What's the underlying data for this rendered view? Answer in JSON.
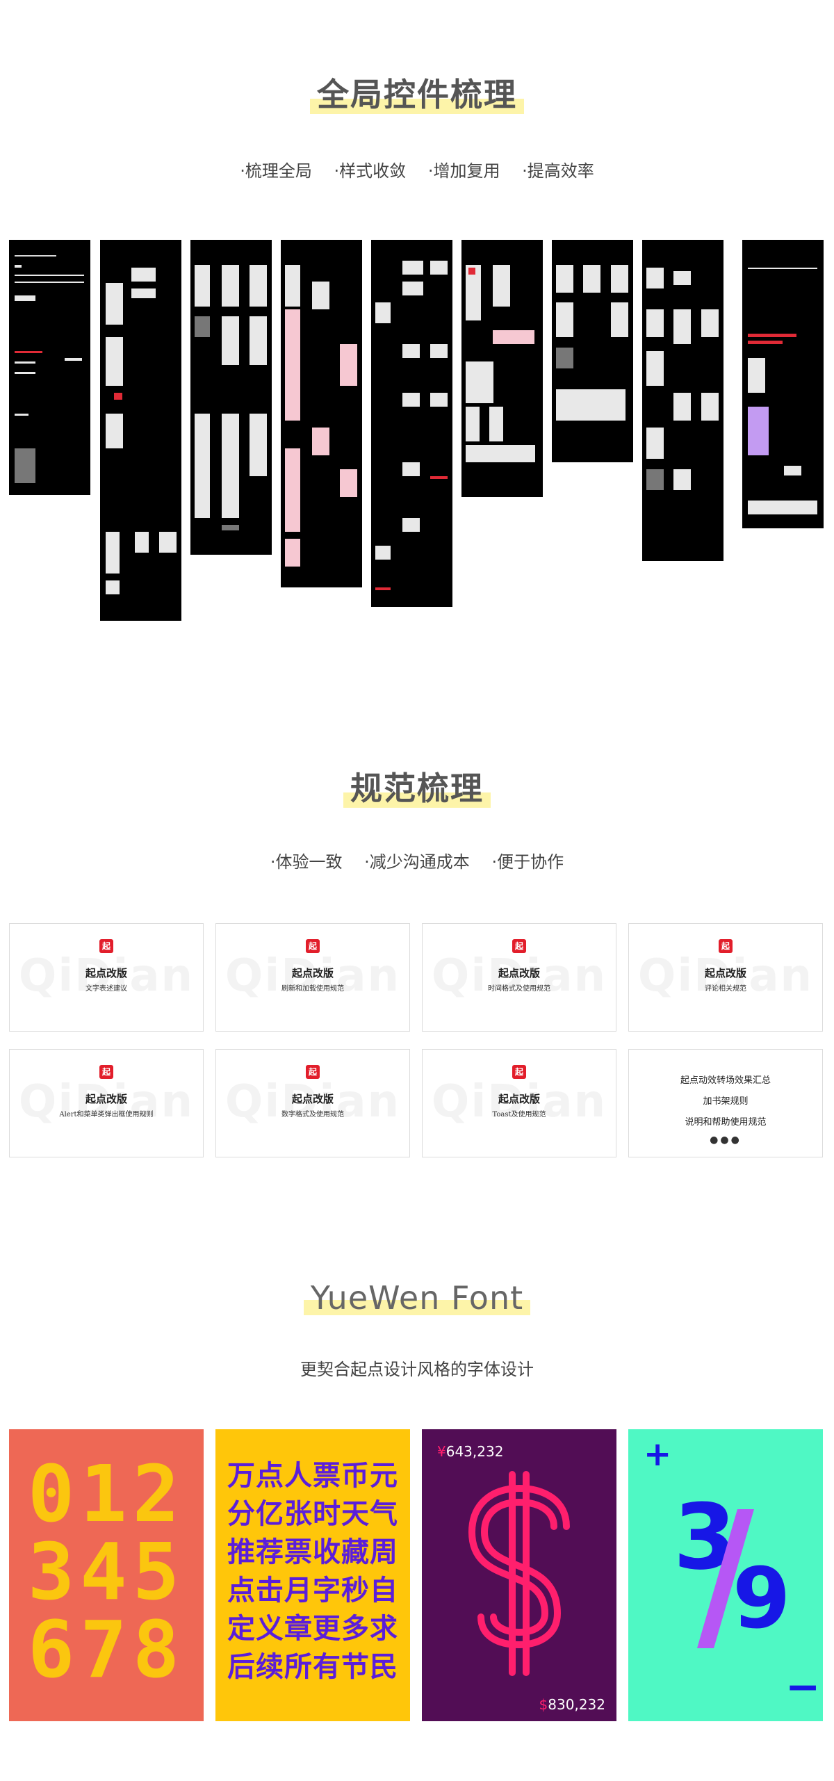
{
  "sections": {
    "global": {
      "title": "全局控件梳理",
      "tags": [
        "·梳理全局",
        "·样式收敛",
        "·增加复用",
        "·提高效率"
      ]
    },
    "spec": {
      "title": "规范梳理",
      "tags": [
        "·体验一致",
        "·减少沟通成本",
        "·便于协作"
      ]
    },
    "font": {
      "title": "YueWen Font",
      "subtitle": "更契合起点设计风格的字体设计"
    }
  },
  "spec_cards": [
    {
      "brand": "起点改版",
      "subtitle": "文字表述建议"
    },
    {
      "brand": "起点改版",
      "subtitle": "刷新和加载使用规范"
    },
    {
      "brand": "起点改版",
      "subtitle": "时间格式及使用规范"
    },
    {
      "brand": "起点改版",
      "subtitle": "评论相关规范"
    },
    {
      "brand": "起点改版",
      "subtitle": "Alert和菜单类弹出框使用规则"
    },
    {
      "brand": "起点改版",
      "subtitle": "数字格式及使用规范"
    },
    {
      "brand": "起点改版",
      "subtitle": "Toast及使用规范"
    }
  ],
  "spec_list_card": {
    "lines": [
      "起点动效转场效果汇总",
      "加书架规则",
      "说明和帮助使用规范"
    ],
    "dots": "●●●"
  },
  "watermark": "QiDian",
  "logo_glyph": "起",
  "posters": {
    "numbers": {
      "rows": [
        "012",
        "345",
        "678"
      ],
      "bg": "#ee6855",
      "fg": "#fbc60f"
    },
    "chars": {
      "rows": [
        "万点人票币元",
        "分亿张时天气",
        "推荐票收藏周",
        "点击月字秒自",
        "定义章更多求",
        "后续所有节民"
      ],
      "bg": "#ffc60a",
      "fg": "#5b1eda"
    },
    "dollar": {
      "top_currency": "¥",
      "top_value": "643,232",
      "bottom_currency": "$",
      "bottom_value": "830,232",
      "bg": "#520d55",
      "accent": "#ff1f6d"
    },
    "fraction": {
      "numerator": "3",
      "denominator": "9",
      "plus": "+",
      "minus": "−",
      "bg": "#4ff8c4",
      "fg": "#1717e6",
      "slash": "#b657f5"
    }
  }
}
